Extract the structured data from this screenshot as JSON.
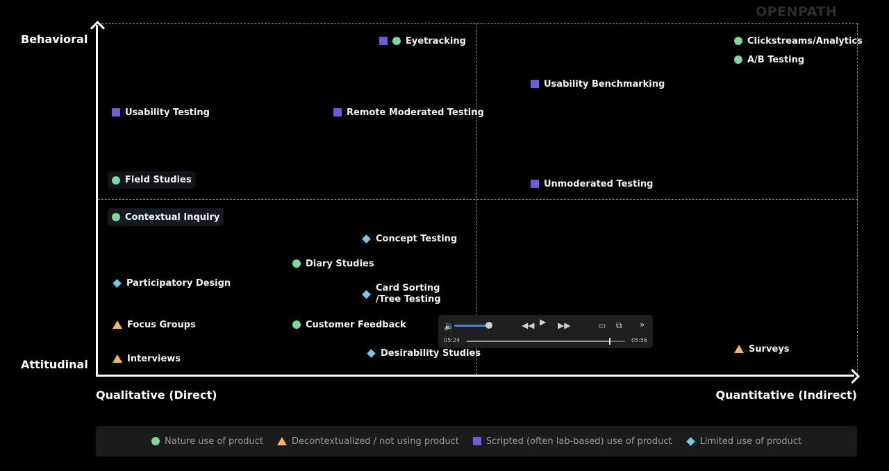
{
  "logo": "OPENPATH",
  "axes": {
    "y_top": "Behavioral",
    "y_bottom": "Attitudinal",
    "x_left": "Qualitative (Direct)",
    "x_right": "Quantitative (Indirect)"
  },
  "colors": {
    "circle": "#7ed7a0",
    "square": "#6a5fd6",
    "triangle": "#f0b760",
    "diamond": "#7ac5e6"
  },
  "methods": [
    {
      "label": "Eyetracking",
      "markers": [
        "square",
        "circle"
      ]
    },
    {
      "label": "Clickstreams/Analytics",
      "markers": [
        "circle"
      ]
    },
    {
      "label": "A/B Testing",
      "markers": [
        "circle"
      ]
    },
    {
      "label": "Usability Benchmarking",
      "markers": [
        "square"
      ]
    },
    {
      "label": "Usability Testing",
      "markers": [
        "square"
      ]
    },
    {
      "label": "Remote Moderated Testing",
      "markers": [
        "square"
      ]
    },
    {
      "label": "Field Studies",
      "markers": [
        "circle"
      ]
    },
    {
      "label": "Unmoderated Testing",
      "markers": [
        "square"
      ]
    },
    {
      "label": "Contextual Inquiry",
      "markers": [
        "circle"
      ]
    },
    {
      "label": "Concept Testing",
      "markers": [
        "diamond"
      ]
    },
    {
      "label": "Diary Studies",
      "markers": [
        "circle"
      ]
    },
    {
      "label": "Participatory Design",
      "markers": [
        "diamond"
      ]
    },
    {
      "label": "Card Sorting\n/Tree Testing",
      "markers": [
        "diamond"
      ]
    },
    {
      "label": "Focus Groups",
      "markers": [
        "triangle"
      ]
    },
    {
      "label": "Customer Feedback",
      "markers": [
        "circle"
      ]
    },
    {
      "label": "Surveys",
      "markers": [
        "triangle"
      ]
    },
    {
      "label": "Interviews",
      "markers": [
        "triangle"
      ]
    },
    {
      "label": "Desirability Studies",
      "markers": [
        "diamond"
      ]
    }
  ],
  "legend": [
    {
      "marker": "circle",
      "label": "Nature use of product"
    },
    {
      "marker": "triangle",
      "label": "Decontextualized / not using product"
    },
    {
      "marker": "square",
      "label": "Scripted (often lab-based) use of product"
    },
    {
      "marker": "diamond",
      "label": "Limited use of product"
    }
  ],
  "player": {
    "time_current": "05:24",
    "time_end": "05:56",
    "volume": 0.9,
    "progress": 0.9,
    "icons": [
      "volume-icon",
      "rewind-icon",
      "play-icon",
      "fast-forward-icon",
      "airplay-icon",
      "picture-in-picture-icon",
      "more-icon"
    ]
  }
}
